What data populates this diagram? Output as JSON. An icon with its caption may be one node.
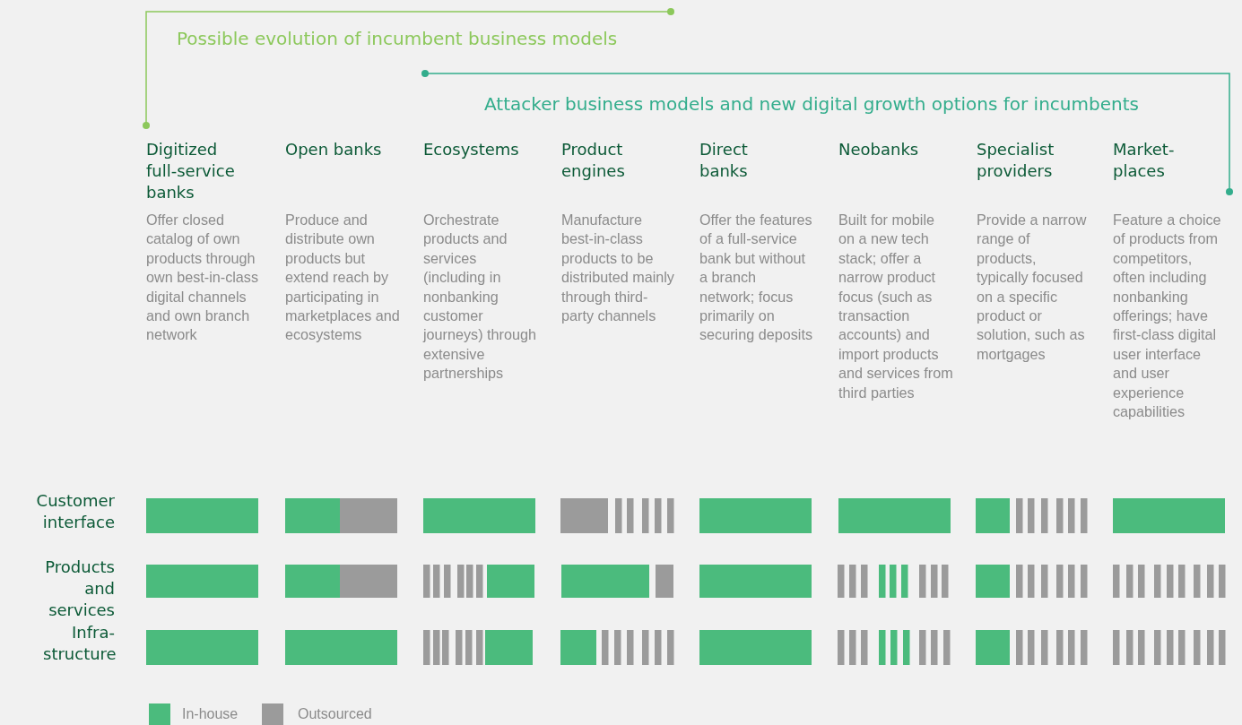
{
  "diagram": {
    "nodes": [
      {
        "text": [
          "Digitized full-service banks",
          "Offer closed catalog of own products through own best-in-class digital channels and own branch network"
        ]
      },
      {
        "text": [
          "Open banks",
          "Produce and distribute own products but extend reach by participating in marketplaces and ecosystems"
        ]
      },
      {
        "text": [
          "Ecosystems",
          "Orchestrate products and services (including in nonbanking customer journeys) through extensive partnerships"
        ]
      },
      {
        "text": [
          "Product engines",
          "Manufacture best-in-class products to be distributed mainly through third-party channels"
        ]
      },
      {
        "text": [
          "Direct banks",
          "Offer the features of a full-service bank but without a branch network; focus primarily on securing deposits"
        ]
      },
      {
        "text": [
          "Neobanks",
          "Built for mobile on a new tech stack; offer a narrow product focus (such as transaction accounts) and import products and services from third parties"
        ]
      },
      {
        "text": [
          "Specialist providers",
          "Provide a narrow range of products, typically focused on a specific product or solution, such as mortgages"
        ]
      },
      {
        "text": [
          "Market-places",
          "Feature a choice of products from competitors, often including nonbanking offerings; have first-class digital user interface and user experience capabilities"
        ]
      }
    ],
    "labels": [
      "Possible evolution of incumbent business models",
      "Attacker business models and new digital growth options for incumbents",
      "Customer interface",
      "Products and services",
      "Infra-structure"
    ],
    "legend": [
      {
        "text": "In-house",
        "color": "#4bbb7d"
      },
      {
        "text": "Outsourced",
        "color": "#9b9b9b"
      }
    ]
  }
}
